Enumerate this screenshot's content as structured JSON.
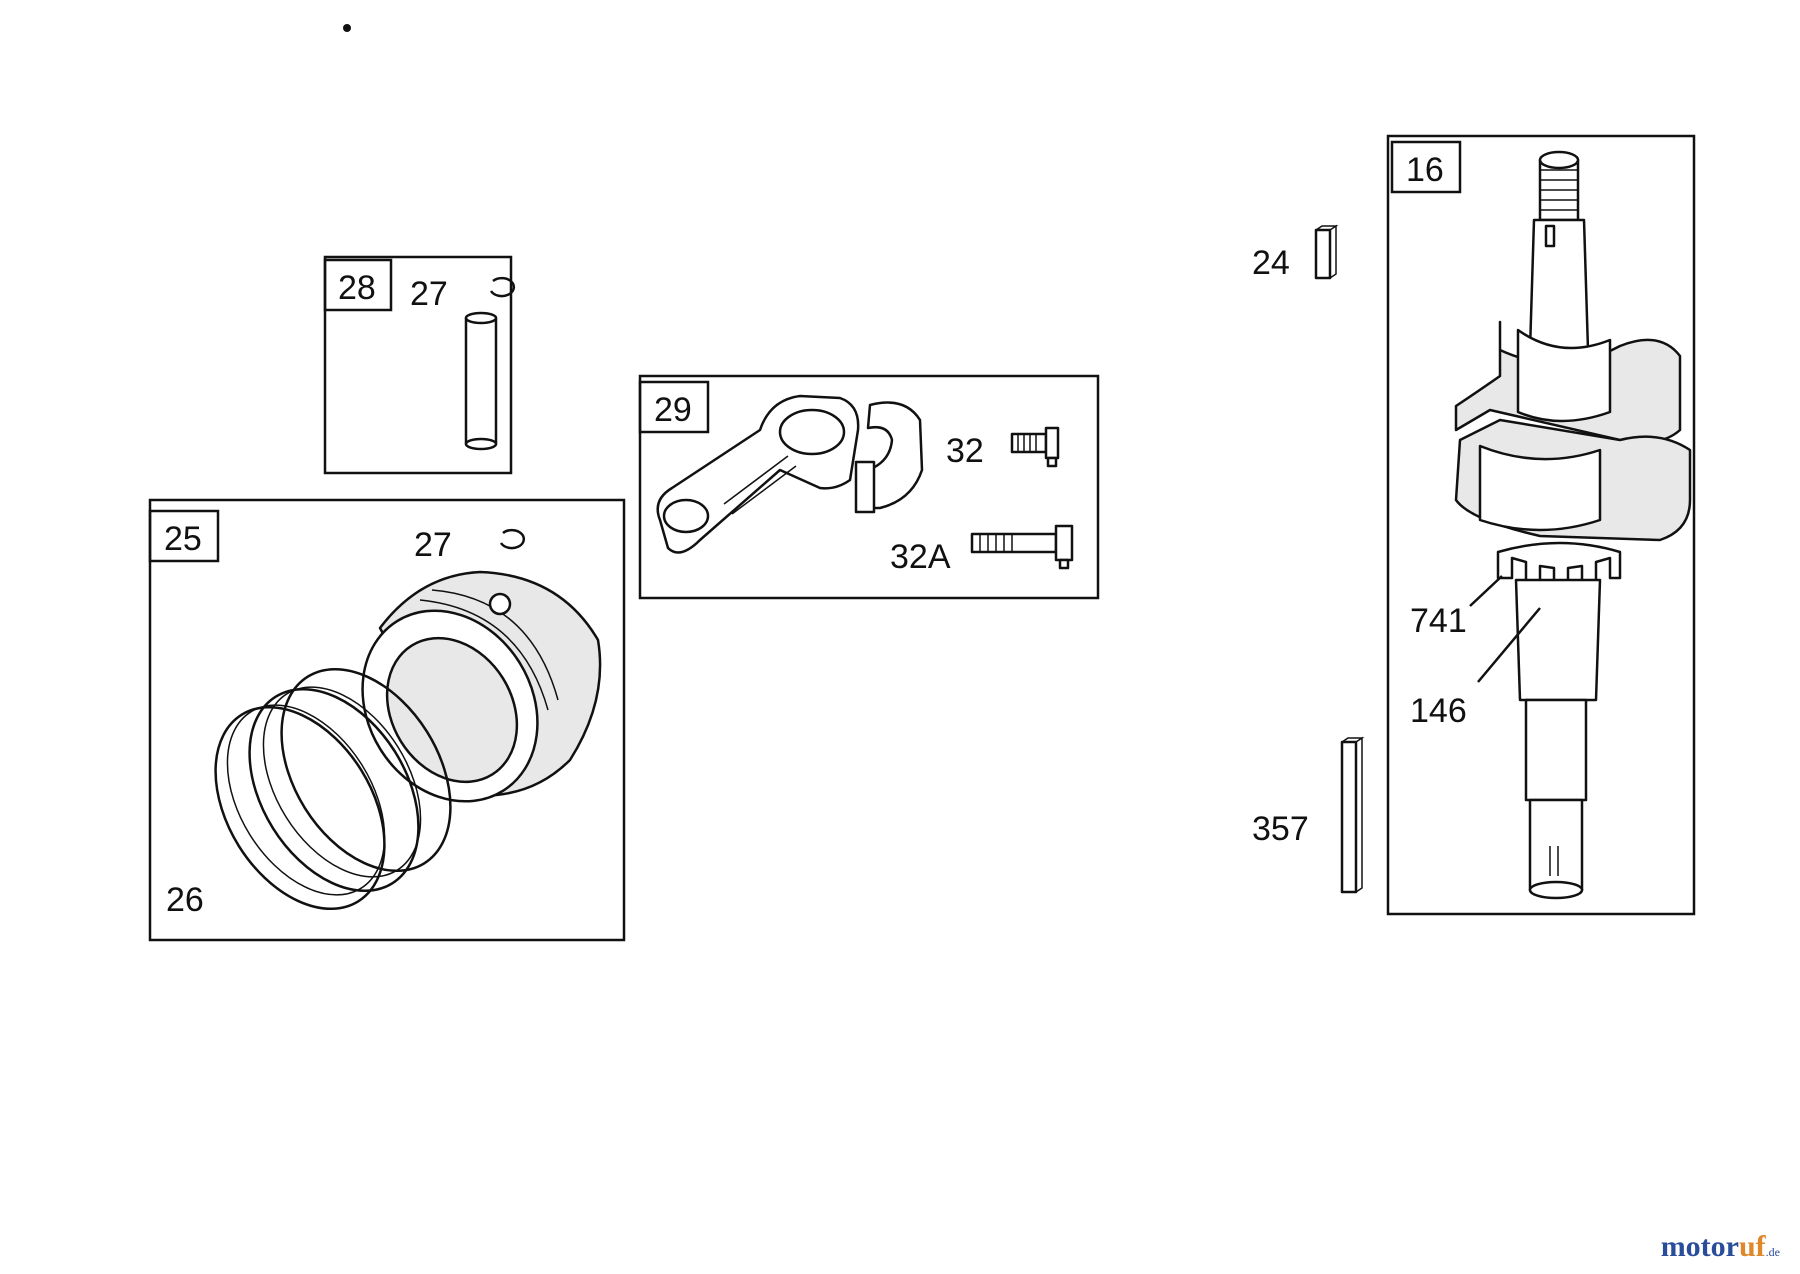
{
  "groups": {
    "g28": {
      "number": "28",
      "labels": {
        "retainer": "27"
      }
    },
    "g29": {
      "number": "29",
      "labels": {
        "bolt": "32",
        "bolt_long": "32A"
      }
    },
    "g25": {
      "number": "25",
      "labels": {
        "retainer": "27",
        "rings": "26"
      }
    },
    "g16": {
      "number": "16",
      "labels": {
        "gear": "741",
        "key": "146"
      }
    }
  },
  "loose_parts": {
    "key_small": "24",
    "key_long": "357"
  },
  "watermark": {
    "brand_a": "motor",
    "brand_b": "uf",
    "tld": ".de"
  },
  "colors": {
    "line": "#111111",
    "watermark_blue": "#2a4d9b",
    "watermark_orange": "#e0872a"
  }
}
